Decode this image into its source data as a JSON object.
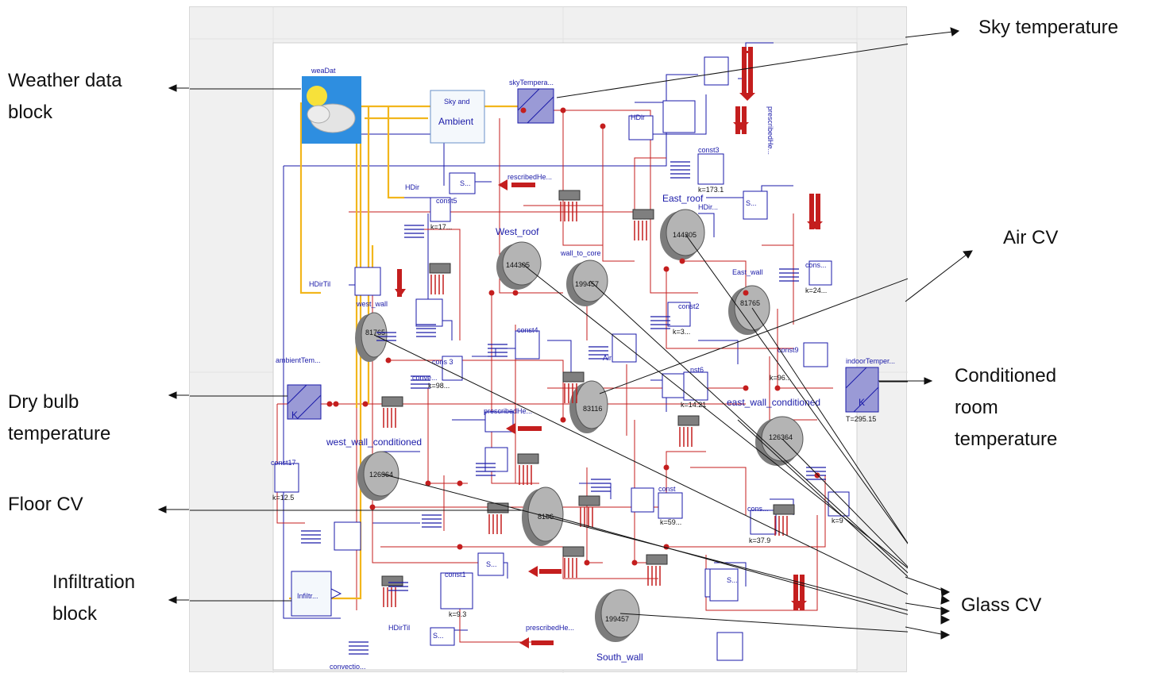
{
  "callouts": {
    "weather": [
      "Weather data",
      "block"
    ],
    "sky": "Sky temperature",
    "air": "Air CV",
    "conditioned": [
      "Conditioned",
      "room",
      "temperature"
    ],
    "dry_bulb": [
      "Dry bulb",
      "temperature"
    ],
    "floor": "Floor CV",
    "infiltration": [
      "Infiltration",
      "block"
    ],
    "glass": "Glass CV"
  },
  "model": {
    "weaDat": "weaDat",
    "sky_ambient": "Ambient",
    "skyTemperature": "skyTempera...",
    "rescribedHe": "rescribedHe...",
    "west_roof": "West_roof",
    "west_roof_val": "144305",
    "east_roof": "East_roof",
    "east_roof_val": "144305",
    "wall_to_core": "wall_to_core",
    "wall_to_core_val": "199457",
    "east_wall": "East_wall",
    "east_wall_val": "81765",
    "west_wall": "west_wall",
    "west_wall_val": "81765",
    "air": "Air",
    "air_val": "83116",
    "east_wall_conditioned": "east_wall_conditioned",
    "east_wall_conditioned_val": "126364",
    "west_wall_conditioned": "west_wall_conditioned",
    "west_wall_conditioned_val": "126364",
    "floor_val": "81e6",
    "south_wall": "South_wall",
    "south_wall_val": "199457",
    "ambientTemp": "ambientTem...",
    "indoorTemp": "indoorTemper...",
    "indoor_T": "T=295.15",
    "k_unit": "K",
    "hdir": "HDir...",
    "hdir_short": "HDir",
    "hdirtil": "HDirTil",
    "const3": "const3",
    "const3_k": "k=173.1",
    "const5": "const5",
    "const5_k": "k=17...",
    "const2": "const2",
    "const2_k": "k=3...",
    "const4": "const4",
    "const9": "const9",
    "const9_k": "k=96...",
    "const6": "nst6",
    "const6_k": "k=14.21",
    "const17": "const17",
    "const17_k": "k=12.5",
    "const1": "const1",
    "const1_k": "k=9.3",
    "cons_e": "cons...",
    "cons_e_k": "k=24...",
    "cons3": "cons 3",
    "cons3_k": "k=98...",
    "cons_se": "cons...",
    "cons_se_k": "k=37.9",
    "cons_k9": "k=9",
    "const_s": "const",
    "const_s_k": "k=59...",
    "infiltr": "Infiltr...",
    "convectio": "convectio...",
    "prescribedHe": "prescribedHe...",
    "prescribedHe2": "prescribedHe...",
    "conve": "conve...",
    "s_block": "S..."
  }
}
